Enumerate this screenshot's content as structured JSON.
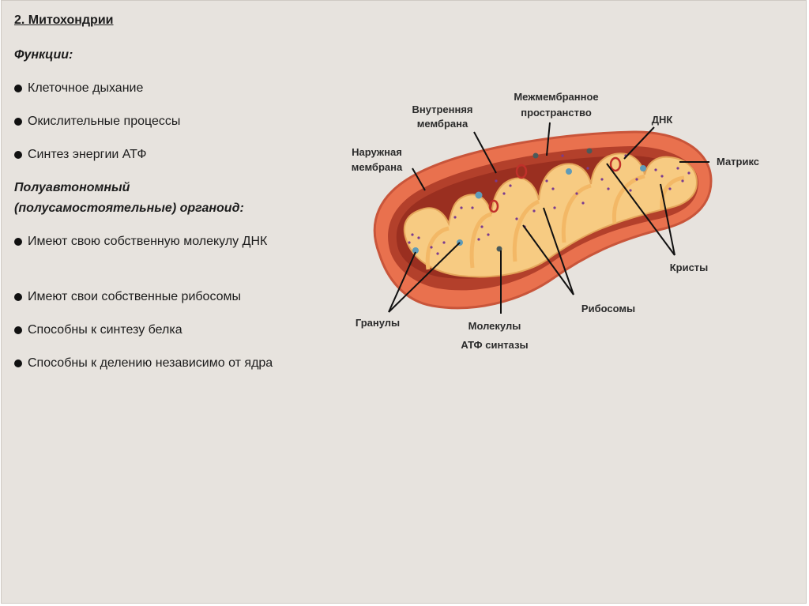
{
  "left_text": {
    "title": "2. Митохондрии",
    "functions_heading": "Функции:",
    "functions": [
      "Клеточное дыхание",
      "Окислительные процессы",
      "Синтез энергии АТФ"
    ],
    "semi_heading_line1": "Полуавтономный",
    "semi_heading_line2": "(полусамостоятельные) органоид:",
    "semi_items": [
      "Имеют свою собственную молекулу ДНК",
      "Имеют свои собственные рибосомы",
      "Способны к синтезу белка",
      "Способны к делению независимо от ядра"
    ]
  },
  "diagram": {
    "labels": {
      "inner_membrane_1": "Внутренняя",
      "inner_membrane_2": "мембрана",
      "intermembrane_1": "Межмембранное",
      "intermembrane_2": "пространство",
      "outer_membrane_1": "Наружная",
      "outer_membrane_2": "мембрана",
      "dna": "ДНК",
      "matrix": "Матрикс",
      "cristae": "Кристы",
      "ribosomes": "Рибосомы",
      "granules": "Гранулы",
      "atp_synthase_1": "Молекулы",
      "atp_synthase_2": "АТФ синтазы"
    },
    "colors": {
      "outer": "#e9714e",
      "inner_rim": "#d24e33",
      "cavity": "#a93624",
      "matrix": "#f7cb82",
      "matrix_light": "#f9dba0",
      "ribosome": "#7a3b8f",
      "granule": "#5f9bb8",
      "dna": "#c0302a"
    }
  }
}
